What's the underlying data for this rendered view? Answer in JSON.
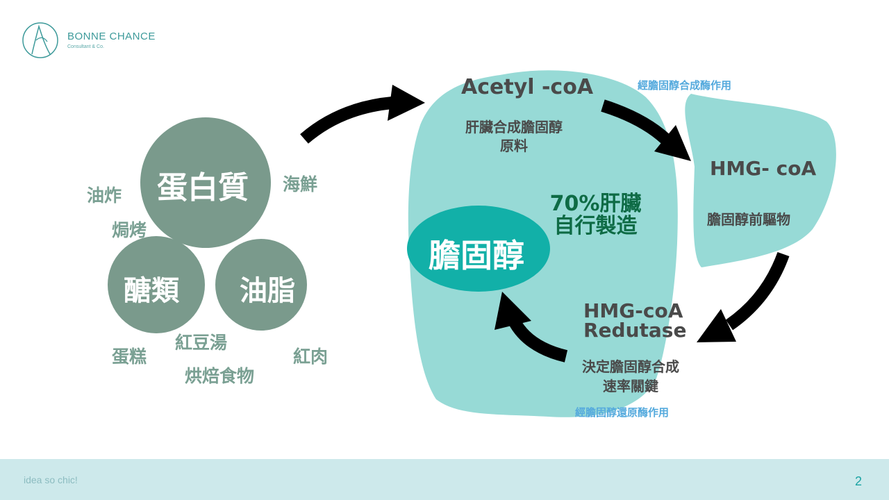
{
  "brand": {
    "name": "BONNE CHANCE",
    "subtitle": "Consultant & Co."
  },
  "sources": {
    "circles": [
      "蛋白質",
      "醣類",
      "油脂"
    ],
    "foods": [
      "油炸",
      "焗烤",
      "海鮮",
      "蛋糕",
      "紅豆湯",
      "烘焙食物",
      "紅肉"
    ]
  },
  "liver": {
    "acetyl_title": "Acetyl -coA",
    "acetyl_desc_line1": "肝臟合成膽固醇",
    "acetyl_desc_line2": "原料",
    "liver_line1": "70%肝臟",
    "liver_line2": "自行製造",
    "cholesterol": "膽固醇"
  },
  "hmg": {
    "top_note": "經膽固醇合成酶作用",
    "title": "HMG- coA",
    "desc": "膽固醇前驅物"
  },
  "reductase": {
    "line1": "HMG-coA",
    "line2": "Redutase",
    "desc_line1": "決定膽固醇合成",
    "desc_line2": "速率關鍵",
    "note": "經膽固醇還原酶作用"
  },
  "footer": {
    "tagline": "idea so chic!",
    "page": "2"
  },
  "colors": {
    "teal_shape": "#97dad6",
    "circle": "#7a9a8c",
    "ellipse": "#12b0a8",
    "liver_text": "#0e6b45",
    "arrow": "#000000"
  }
}
